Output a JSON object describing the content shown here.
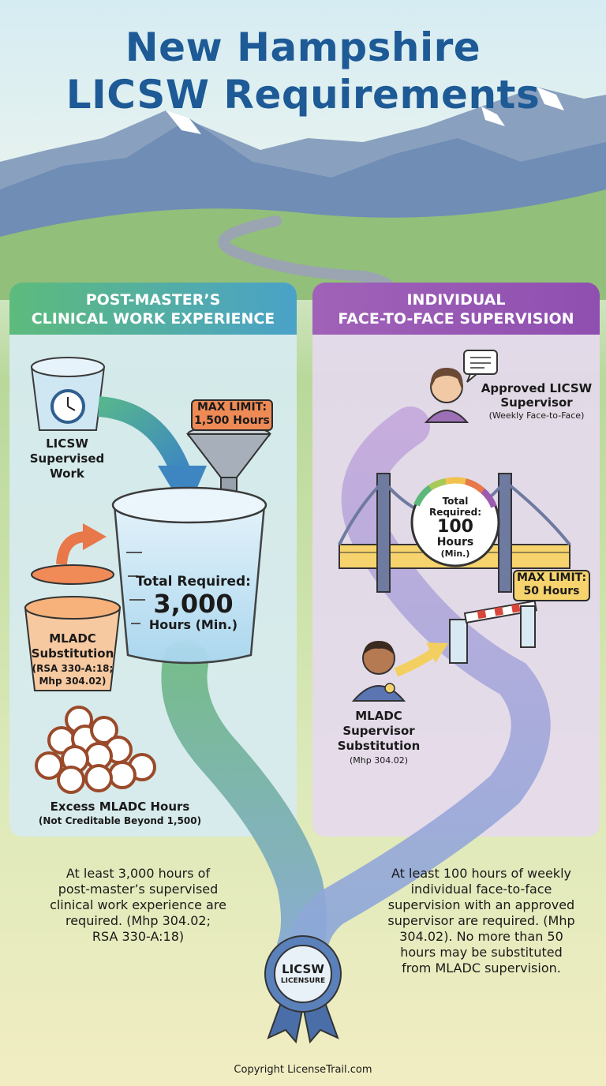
{
  "title": {
    "line1": "New Hampshire",
    "line2": "LICSW Requirements"
  },
  "left_panel": {
    "header_line1": "POST-MASTER’S",
    "header_line2": "CLINICAL WORK EXPERIENCE",
    "source_label_line1": "LICSW",
    "source_label_line2": "Supervised",
    "source_label_line3": "Work",
    "max_limit_line1": "MAX LIMIT:",
    "max_limit_line2": "1,500 Hours",
    "total_line1": "Total Required:",
    "total_value": "3,000",
    "total_line3": "Hours (Min.)",
    "mladc_line1": "MLADC",
    "mladc_line2": "Substitution",
    "mladc_line3": "(RSA 330-A:18;",
    "mladc_line4": "Mhp 304.02)",
    "excess_line1": "Excess MLADC Hours",
    "excess_line2": "(Not Creditable Beyond 1,500)",
    "summary_line1": "At least 3,000 hours of",
    "summary_line2": "post-master’s supervised",
    "summary_line3": "clinical work experience are",
    "summary_line4": "required. (Mhp 304.02;",
    "summary_line5": "RSA 330-A:18)"
  },
  "right_panel": {
    "header_line1": "INDIVIDUAL",
    "header_line2": "FACE-TO-FACE SUPERVISION",
    "supervisor_line1": "Approved LICSW",
    "supervisor_line2": "Supervisor",
    "supervisor_line3": "(Weekly Face-to-Face)",
    "gauge_line1": "Total",
    "gauge_line2": "Required:",
    "gauge_value": "100",
    "gauge_line4": "Hours",
    "gauge_line5": "(Min.)",
    "max_limit_line1": "MAX LIMIT:",
    "max_limit_line2": "50 Hours",
    "mladc_line1": "MLADC",
    "mladc_line2": "Supervisor",
    "mladc_line3": "Substitution",
    "mladc_line4": "(Mhp 304.02)",
    "summary_line1": "At least 100 hours of weekly",
    "summary_line2": "individual face-to-face",
    "summary_line3": "supervision with an approved",
    "summary_line4": "supervisor are required. (Mhp",
    "summary_line5": "304.02). No more than 50",
    "summary_line6": "hours may be substituted",
    "summary_line7": "from MLADC supervision."
  },
  "badge": {
    "line1": "LICSW",
    "line2": "LICENSURE"
  },
  "footer": {
    "copyright": "Copyright LicenseTrail.com"
  },
  "colors": {
    "title": "#1d5a96",
    "left_header": "#55b38a",
    "right_header": "#9b5cb0",
    "orange": "#ee8a55",
    "yellow": "#f6d36c"
  }
}
